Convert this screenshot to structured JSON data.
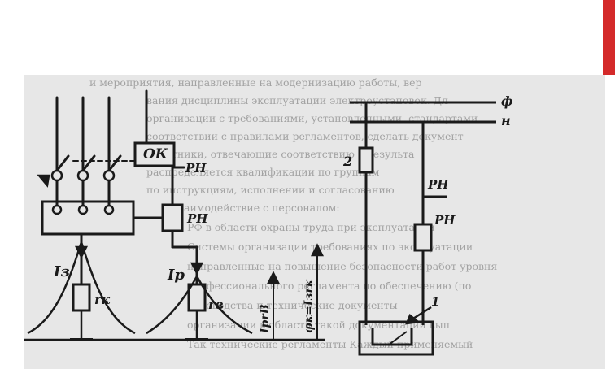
{
  "colors": {
    "accent": "#d42a2a",
    "background": "#ffffff",
    "figure_bg": "#e7e7e7",
    "ink": "#1a1a1a",
    "bleed_text": "#6a6a6a"
  },
  "diagram": {
    "labels": {
      "ok": "ОК",
      "rn_top": "РН",
      "rn_relay": "РН",
      "i_z": "Iз",
      "i_r": "Iр",
      "r_k": "rк",
      "r_v": "rв",
      "u_formula": "IрrВ",
      "phi_formula": "φк=Iзrк",
      "phase": "ф",
      "neutral": "н",
      "fuse_num": "2",
      "rn_right_1": "РН",
      "rn_right_2": "РН",
      "num_1": "1"
    },
    "background_text": [
      "и мероприятия, направленные на модернизацию работы, вер",
      "вания дисциплины эксплуатации электроустановок. Дл",
      "организации с требованиями, установленными, стандартами, ",
      "соответствии с правилами регламентов, сделать документ",
      "Работники, отвечающие соответствию с результа",
      "распределяется квалификации по группам",
      "по инструкциям, исполнении и согласованию",
      "Взаимодействие с персоналом:",
      "РФ в области охраны труда при эксплуатации",
      "Системы организации требованиях по эксплуатации",
      "направленные на повышение безопасности работ уровня",
      "профессионального регламента по обеспечению (по",
      "руководства и технические документы",
      "организации в области такой документации вып",
      "Так технические регламенты Каждый применяемый"
    ]
  }
}
